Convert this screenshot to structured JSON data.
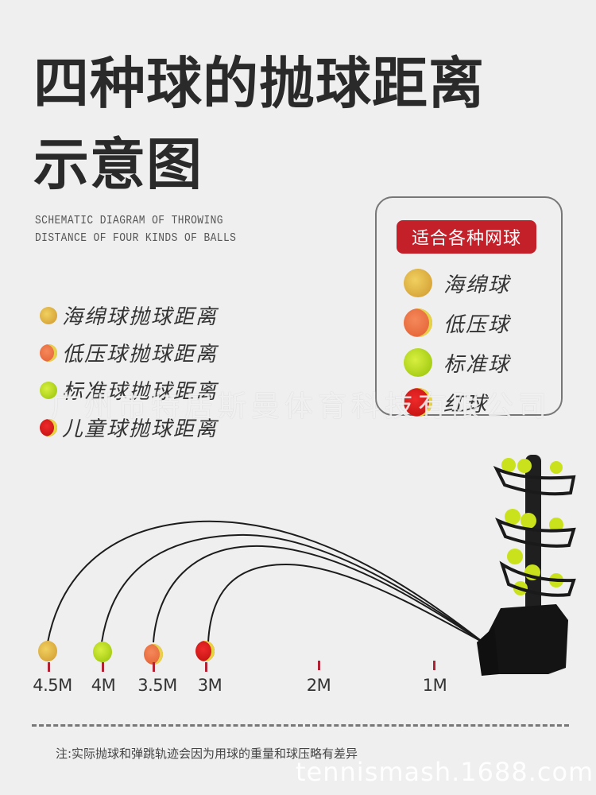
{
  "title": {
    "line1": "四种球的抛球距离",
    "line2": "示意图",
    "subtitle_line1": "SCHEMATIC DIAGRAM OF THROWING",
    "subtitle_line2": "DISTANCE OF FOUR KINDS OF BALLS"
  },
  "legend_left": [
    {
      "ball": "sponge-ball",
      "color": "#d9a83c",
      "label": "海绵球抛球距离"
    },
    {
      "ball": "low-pressure-ball",
      "color": "#e86a3c",
      "label": "低压球抛球距离"
    },
    {
      "ball": "standard-ball",
      "color": "#a9cf18",
      "label": "标准球抛球距离"
    },
    {
      "ball": "red-ball",
      "color": "#c81414",
      "label": "儿童球抛球距离"
    }
  ],
  "panel": {
    "badge": "适合各种网球",
    "badge_color": "#c4202a",
    "items": [
      {
        "ball": "sponge-ball",
        "label": "海绵球"
      },
      {
        "ball": "low-pressure-ball",
        "label": "低压球"
      },
      {
        "ball": "standard-ball",
        "label": "标准球"
      },
      {
        "ball": "red-ball",
        "label": "红球"
      }
    ]
  },
  "distances": [
    {
      "label": "4.5M",
      "ball": "sponge-ball"
    },
    {
      "label": "4M",
      "ball": "standard-ball"
    },
    {
      "label": "3.5M",
      "ball": "low-pressure-ball"
    },
    {
      "label": "3M",
      "ball": "red-ball"
    },
    {
      "label": "2M",
      "ball": null
    },
    {
      "label": "1M",
      "ball": null
    }
  ],
  "machine": {
    "name": "tennis-ball-machine",
    "color": "#1a1a1a"
  },
  "note": "注:实际抛球和弹跳轨迹会因为用球的重量和球压略有差异",
  "watermarks": {
    "company": "广州市特居斯曼体育科技有限公司",
    "site": "tennismash.1688.com"
  }
}
